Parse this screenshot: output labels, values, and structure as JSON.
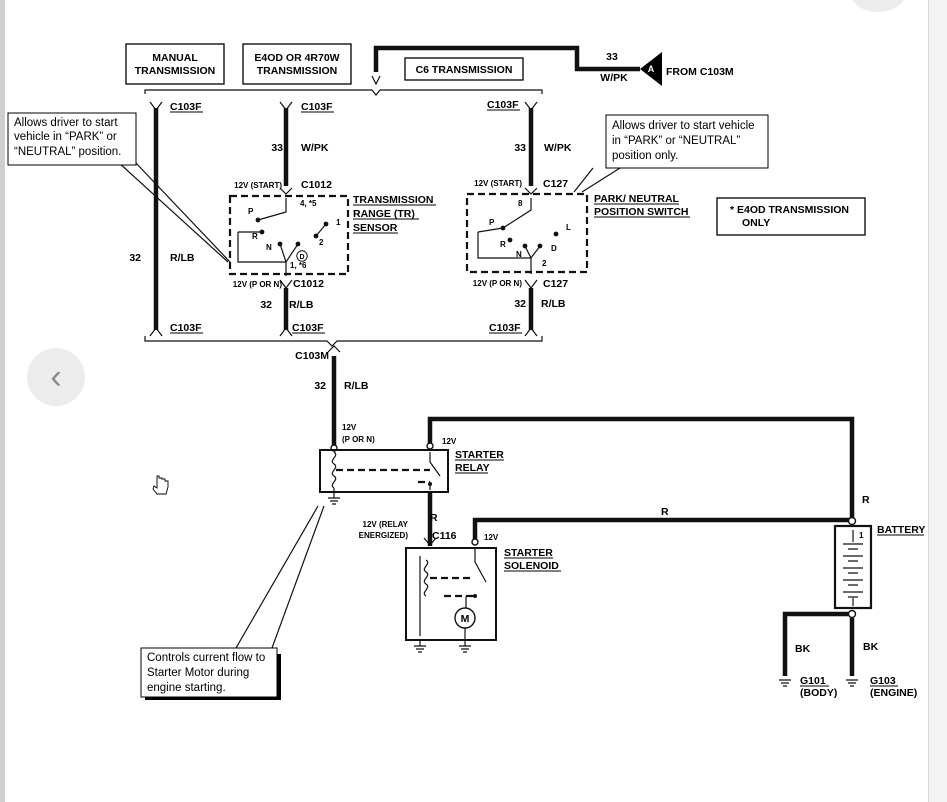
{
  "diagram": {
    "headers": {
      "manual_l1": "MANUAL",
      "manual_l2": "TRANSMISSION",
      "e4od_l1": "E4OD OR 4R70W",
      "e4od_l2": "TRANSMISSION",
      "c6": "C6 TRANSMISSION"
    },
    "from": {
      "wire_num": "33",
      "wire_color": "W/PK",
      "connector_letter": "A",
      "label": "FROM C103M"
    },
    "connectors": {
      "c103f": "C103F",
      "c103m": "C103M",
      "c1012": "C1012",
      "c127": "C127",
      "c116": "C116"
    },
    "wires": {
      "n33": "33",
      "n32": "32",
      "wpk": "W/PK",
      "rlb": "R/LB",
      "r": "R",
      "bk": "BK"
    },
    "notes": {
      "left": [
        "Allows driver to start",
        "vehicle in “PARK” or",
        "“NEUTRAL” position."
      ],
      "right": [
        "Allows driver to start vehicle",
        "in “PARK” or “NEUTRAL”",
        "position only."
      ],
      "bottom": [
        "Controls current flow to",
        "Starter Motor during",
        "engine starting."
      ],
      "e4od_only_l1": "* E4OD TRANSMISSION",
      "e4od_only_l2": "ONLY"
    },
    "components": {
      "tr_l1": "TRANSMISSION",
      "tr_l2": "RANGE (TR)",
      "tr_l3": "SENSOR",
      "pn_l1": "PARK/ NEUTRAL",
      "pn_l2": "POSITION SWITCH",
      "relay_l1": "STARTER",
      "relay_l2": "RELAY",
      "sol_l1": "STARTER",
      "sol_l2": "SOLENOID",
      "battery": "BATTERY",
      "motor": "M"
    },
    "voltages": {
      "start": "12V (START)",
      "porn": "12V (P OR N)",
      "v12": "12V",
      "p_or_n": "(P OR N)",
      "relay_l1": "12V (RELAY",
      "relay_l2": "ENERGIZED)"
    },
    "pins": {
      "tr_top": "4, *5",
      "tr_bot": "1, *6",
      "pn_top": "8",
      "pn_bot": "2"
    },
    "positions": {
      "p": "P",
      "r": "R",
      "n": "N",
      "one": "1",
      "two": "2",
      "d": "D",
      "l": "L",
      "od": "D"
    },
    "grounds": {
      "g101": "G101",
      "g101_sub": "(BODY)",
      "g103": "G103",
      "g103_sub": "(ENGINE)"
    }
  },
  "nav": {
    "prev_glyph": "‹"
  }
}
